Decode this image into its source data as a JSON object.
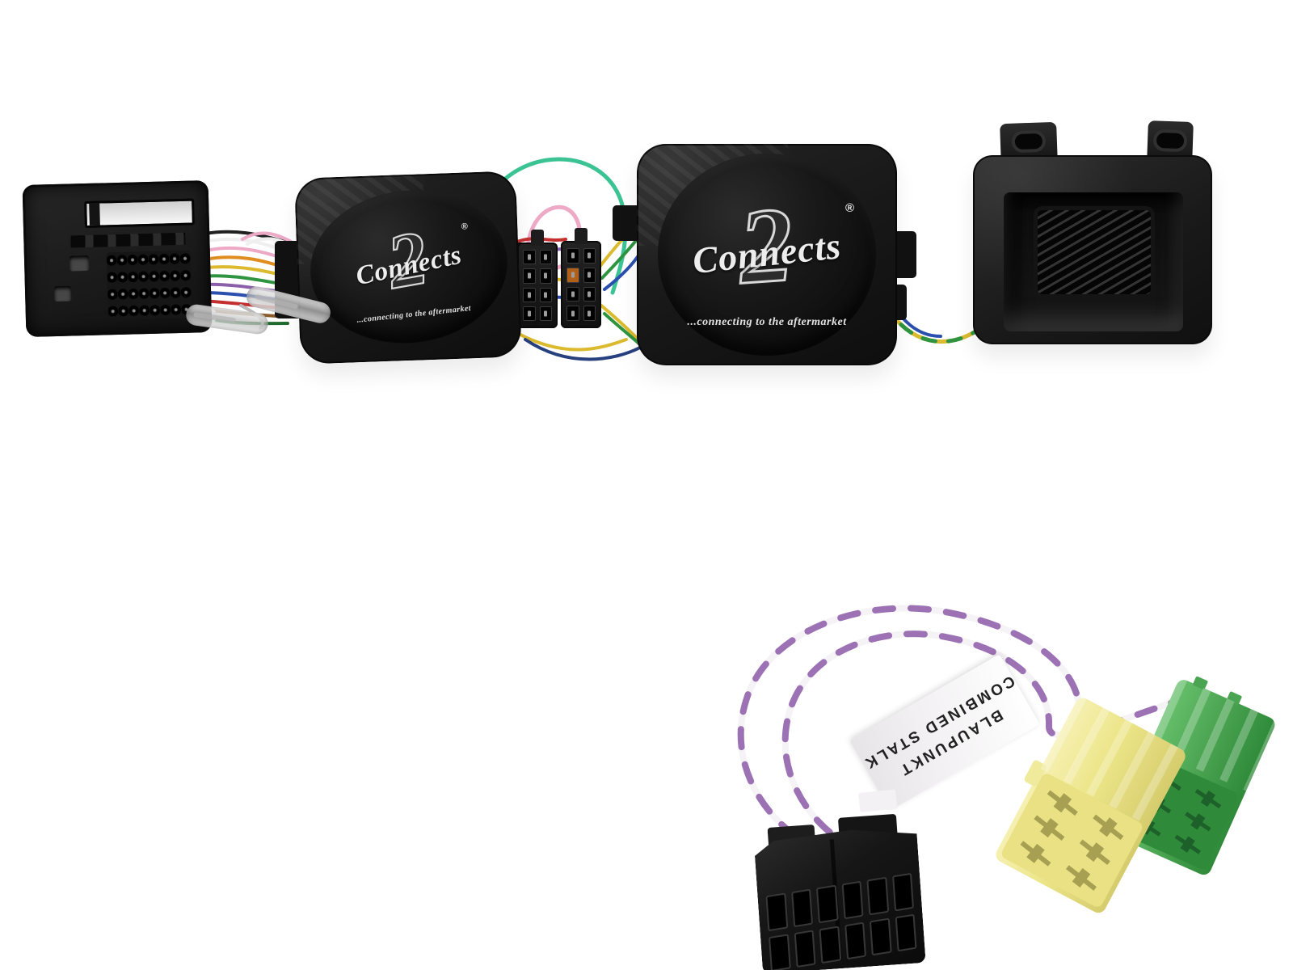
{
  "branding": {
    "script": "Connects",
    "numeral": "2",
    "registered": "®",
    "tagline": "...connecting to the aftermarket"
  },
  "stalk_label": {
    "line1": "BLAUPUNKT",
    "line2": "COMBINED STALK"
  },
  "colors": {
    "bg": "#ffffff",
    "wire-orange": "#df8d20",
    "wire-yellow": "#dcba2e",
    "wire-green": "#2f9440",
    "wire-dark-green": "#1f6b2e",
    "wire-teal": "#3cc394",
    "wire-pink": "#eda9c6",
    "wire-purple": "#8a5fa8",
    "wire-blue": "#2b4fae",
    "wire-dark-blue": "#27407e",
    "wire-red": "#c43030",
    "wire-white": "#efefef",
    "wire-black": "#202020",
    "wire-brown": "#8a5a2a",
    "wire-gray": "#b9b9b9",
    "harness-purple": "#9c72b5",
    "harness-white": "#f5f3f5",
    "crimp-silver": "#b9b9b9",
    "mini-iso-yellow": "#ece588",
    "mini-iso-yellow-dark": "#a79f52",
    "mini-iso-green": "#4aa451",
    "mini-iso-green-dark": "#1d6029",
    "label-text": "#222222"
  }
}
